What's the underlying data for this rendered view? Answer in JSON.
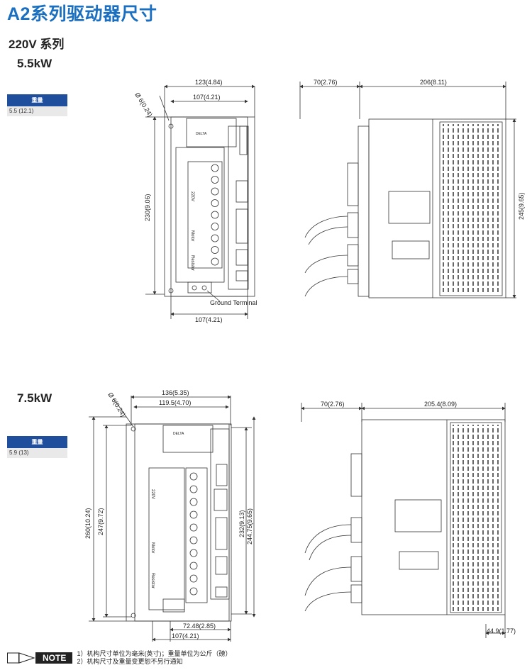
{
  "title": "A2系列驱动器尺寸",
  "series": "220V 系列",
  "models": [
    {
      "name": "5.5kW",
      "weight_label": "重量",
      "weight_value": "5.5 (12.1)",
      "front": {
        "top_width": "123(4.84)",
        "inner_width": "107(4.21)",
        "hole": "Ø 6(0.24)",
        "height": "230(9.06)",
        "bottom_width": "107(4.21)",
        "ground": "Ground Terminal"
      },
      "side": {
        "front_depth": "70(2.76)",
        "body_depth": "206(8.11)",
        "height": "245(9.65)"
      }
    },
    {
      "name": "7.5kW",
      "weight_label": "重量",
      "weight_value": "5.9 (13)",
      "front": {
        "top_width": "136(5.35)",
        "inner_width": "119.5(4.70)",
        "hole": "Ø 6(0.24)",
        "h_total": "260(10.24)",
        "h_holes": "247(9.72)",
        "h_body": "232(9.13)",
        "h_right": "244.75(9.65)",
        "bottom_inner": "72.48(2.85)",
        "bottom_width": "107(4.21)"
      },
      "side": {
        "front_depth": "70(2.76)",
        "body_depth": "205.4(8.09)",
        "bottom_offset": "44.9(1.77)"
      }
    }
  ],
  "labels": {
    "v220": "220V",
    "motor": "Motor",
    "resistor": "Resistor",
    "brand": "DELTA"
  },
  "note": {
    "badge": "NOTE",
    "line1": "1）机构尺寸单位为毫米(英寸)；重量单位为公斤（磅）",
    "line2": "2）机构尺寸及重量变更恕不另行通知"
  },
  "colors": {
    "title": "#1a6fc0",
    "weight_header": "#1f4e9c",
    "line": "#333333"
  }
}
